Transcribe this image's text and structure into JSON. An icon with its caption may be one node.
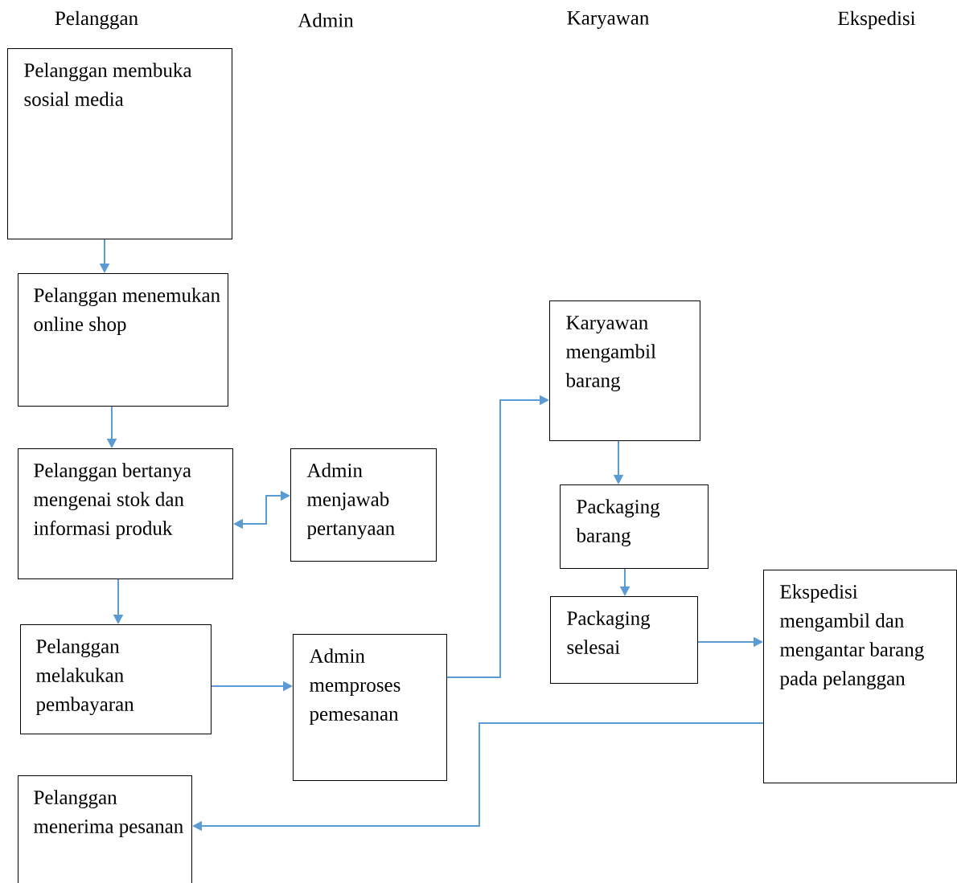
{
  "diagram": {
    "nodes": [
      {
        "text": [
          "Pelanggan membuka sosial media"
        ]
      },
      {
        "text": [
          "Pelanggan menemukan online shop"
        ]
      },
      {
        "text": [
          "Pelanggan bertanya mengenai stok dan informasi produk"
        ]
      },
      {
        "text": [
          "Admin menjawab pertanyaan"
        ]
      },
      {
        "text": [
          "Pelanggan melakukan pembayaran"
        ]
      },
      {
        "text": [
          "Admin memproses pemesanan"
        ]
      },
      {
        "text": [
          "Karyawan mengambil barang"
        ]
      },
      {
        "text": [
          "Packaging barang"
        ]
      },
      {
        "text": [
          "Packaging selesai"
        ]
      },
      {
        "text": [
          "Ekspedisi mengambil dan mengantar barang pada pelanggan"
        ]
      },
      {
        "text": [
          "Pelanggan menerima pesanan"
        ]
      }
    ],
    "edges": [
      {
        "from": 0,
        "to": 1,
        "arrow": "to"
      },
      {
        "from": 1,
        "to": 2,
        "arrow": "to"
      },
      {
        "from": 2,
        "to": 3,
        "arrow": "both"
      },
      {
        "from": 2,
        "to": 4,
        "arrow": "to"
      },
      {
        "from": 4,
        "to": 5,
        "arrow": "to"
      },
      {
        "from": 5,
        "to": 6,
        "arrow": "to"
      },
      {
        "from": 6,
        "to": 7,
        "arrow": "to"
      },
      {
        "from": 7,
        "to": 8,
        "arrow": "to"
      },
      {
        "from": 8,
        "to": 9,
        "arrow": "to"
      },
      {
        "from": 9,
        "to": 10,
        "arrow": "to"
      }
    ],
    "labels": [
      "Pelanggan",
      "Admin",
      "Karyawan",
      "Ekspedisi"
    ]
  }
}
